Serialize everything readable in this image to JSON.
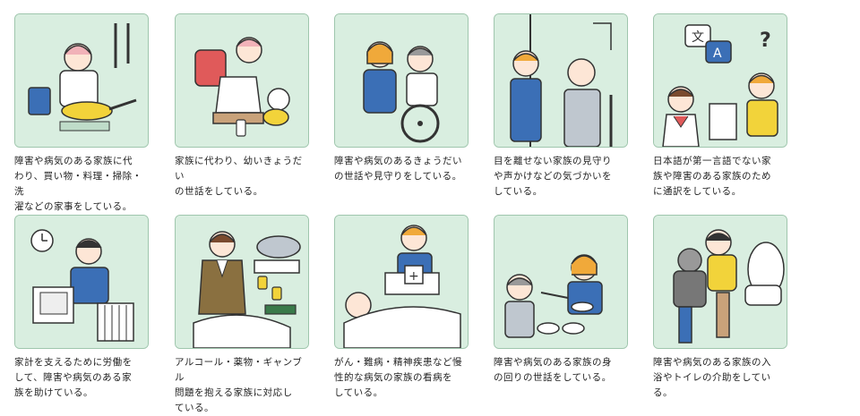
{
  "cards": [
    {
      "caption": "障害や病気のある家族に代\nわり、買い物・料理・掃除・洗\n濯などの家事をしている。",
      "icon": "cooking-illustration"
    },
    {
      "caption": "家族に代わり、幼いきょうだい\nの世話をしている。",
      "icon": "sibling-care-illustration"
    },
    {
      "caption": "障害や病気のあるきょうだい\nの世話や見守りをしている。",
      "icon": "wheelchair-illustration"
    },
    {
      "caption": "目を離せない家族の見守り\nや声かけなどの気づかいを\nしている。",
      "icon": "watching-elder-illustration"
    },
    {
      "caption": "日本語が第一言語でない家\n族や障害のある家族のため\nに通訳をしている。",
      "icon": "interpreting-illustration"
    },
    {
      "caption": "家計を支えるために労働を\nして、障害や病気のある家\n族を助けている。",
      "icon": "working-illustration"
    },
    {
      "caption": "アルコール・薬物・ギャンブル\n問題を抱える家族に対応し\nている。",
      "icon": "addiction-illustration"
    },
    {
      "caption": "がん・難病・精神疾患など慢\n性的な病気の家族の看病を\nしている。",
      "icon": "nursing-illustration"
    },
    {
      "caption": "障害や病気のある家族の身\nの回りの世話をしている。",
      "icon": "feeding-illustration"
    },
    {
      "caption": "障害や病気のある家族の入\n浴やトイレの介助をしている。",
      "icon": "toilet-assist-illustration"
    }
  ],
  "colors": {
    "panel": "#d9eee0",
    "border": "#9fc6ad",
    "orange": "#f0a93a",
    "blue": "#3b6fb6",
    "pink": "#f1b2b8",
    "yellow": "#f2d33a"
  }
}
